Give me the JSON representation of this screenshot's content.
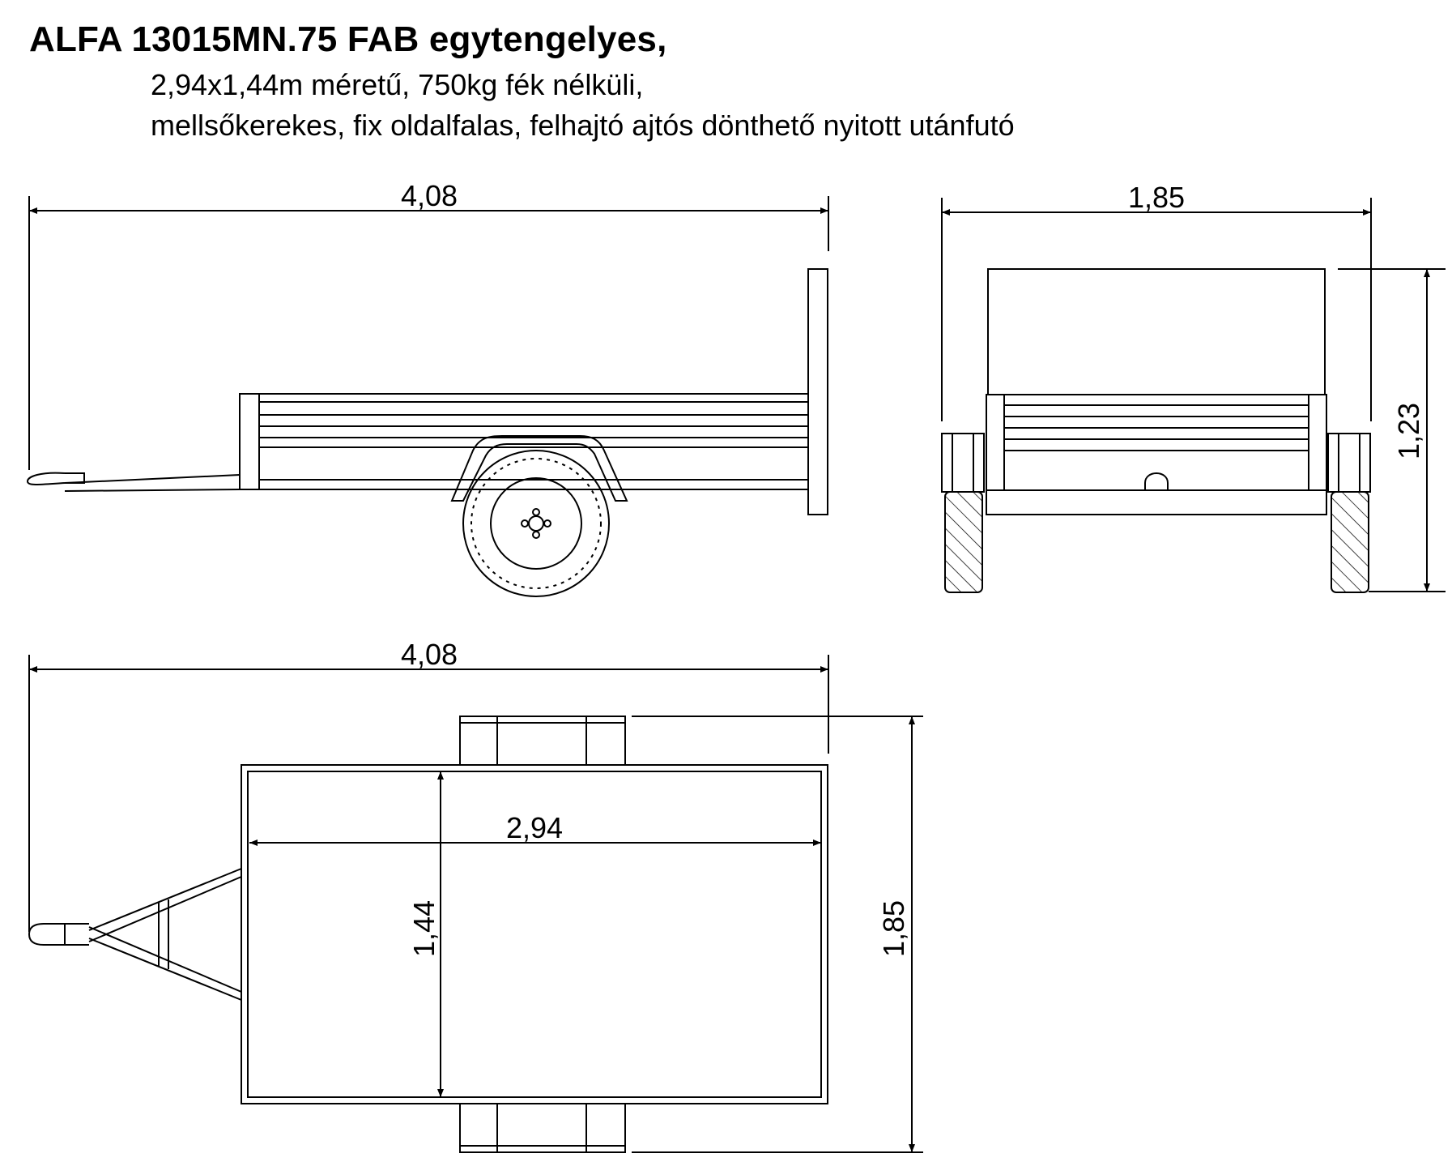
{
  "title": "ALFA 13015MN.75 FAB egytengelyes,",
  "subtitle_line1": "2,94x1,44m méretű, 750kg fék nélküli,",
  "subtitle_line2": "mellsőkerekes, fix oldalfalas, felhajtó ajtós dönthető nyitott utánfutó",
  "dimensions": {
    "side_length": "4,08",
    "rear_width": "1,85",
    "rear_height": "1,23",
    "top_length": "4,08",
    "bed_length": "2,94",
    "bed_width": "1,44",
    "top_width": "1,85"
  },
  "colors": {
    "line": "#000000",
    "background": "#ffffff"
  }
}
